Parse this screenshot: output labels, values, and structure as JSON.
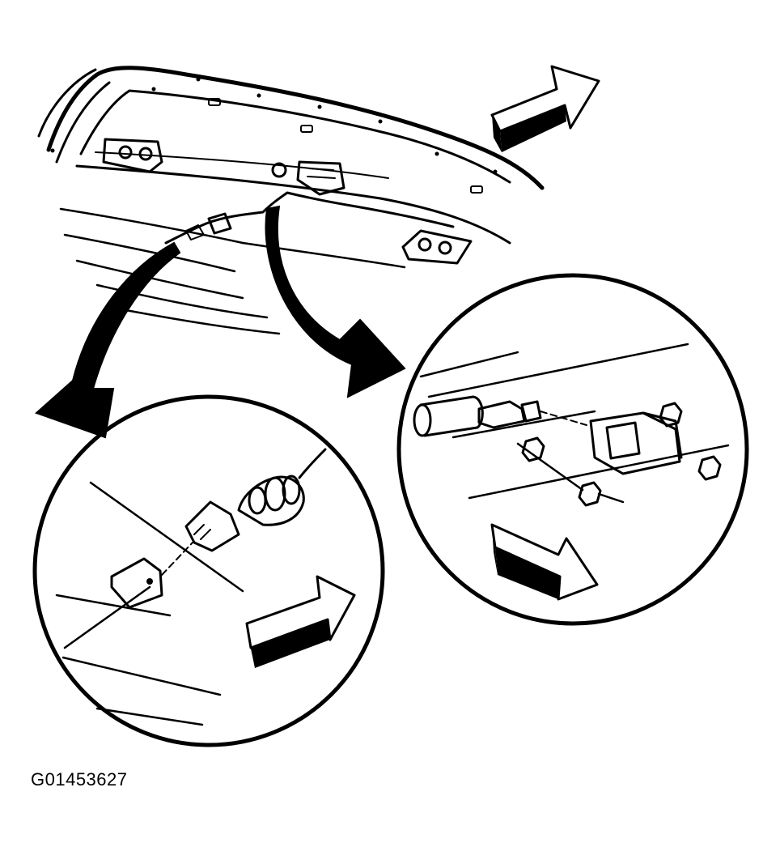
{
  "figure": {
    "id_label": "G01453627",
    "ink_color": "#000000",
    "paper_color": "#ffffff"
  },
  "callouts": [
    {
      "name": "connector-detail",
      "description": ""
    },
    {
      "name": "bracket-detail",
      "description": ""
    }
  ],
  "icons": [
    "direction-arrow-icon",
    "callout-arrow-icon"
  ]
}
